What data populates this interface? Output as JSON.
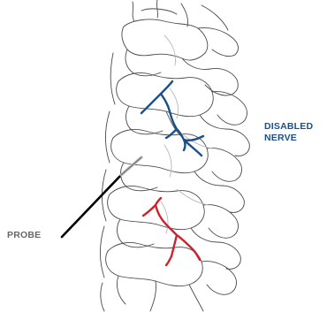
{
  "labels": {
    "nerve_line1": "DISABLED",
    "nerve_line2": "NERVE",
    "probe": "PROBE"
  },
  "colors": {
    "disabled_nerve": "#1b4f8c",
    "active_nerve": "#d0202a",
    "probe": "#000000",
    "nerve_label": "#1b4f8c",
    "probe_label": "#666666",
    "spine_outline": "#4a4a4a"
  }
}
